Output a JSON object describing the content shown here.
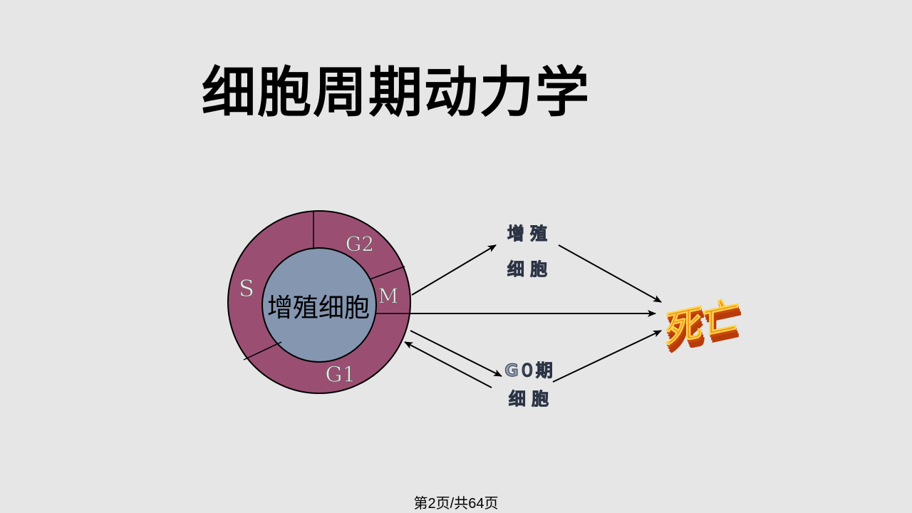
{
  "slide": {
    "title": "细胞周期动力学",
    "footer": "第2页/共64页"
  },
  "cycle": {
    "center_label": "增殖细胞",
    "phases": {
      "s": "S",
      "g2": "G2",
      "m": "M",
      "g1": "G1"
    }
  },
  "nodes": {
    "proliferating": [
      "增 殖",
      "细 胞"
    ],
    "g0": [
      "G０期",
      "细 胞"
    ],
    "death": "死亡"
  },
  "colors": {
    "background": "#e6e6e6",
    "ring": "#9a4f72",
    "core": "#8496b0",
    "death_front": "#f08a16",
    "death_side": "#b83c0a"
  }
}
